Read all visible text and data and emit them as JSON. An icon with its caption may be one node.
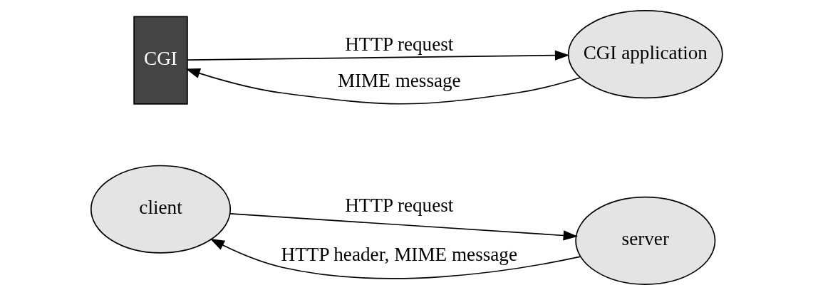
{
  "diagram": {
    "nodes": [
      {
        "text": [
          "client"
        ]
      },
      {
        "text": [
          "server"
        ]
      },
      {
        "text": [
          "CGI"
        ]
      },
      {
        "text": [
          "CGI application"
        ]
      }
    ],
    "edges": [
      {
        "from": 0,
        "to": 1,
        "arrow": "to",
        "label": "HTTP request"
      },
      {
        "from": 1,
        "to": 0,
        "arrow": "to",
        "label": "HTTP header, MIME message"
      },
      {
        "from": 2,
        "to": 3,
        "arrow": "to",
        "label": "HTTP request"
      },
      {
        "from": 3,
        "to": 2,
        "arrow": "to",
        "label": "MIME message"
      }
    ]
  }
}
